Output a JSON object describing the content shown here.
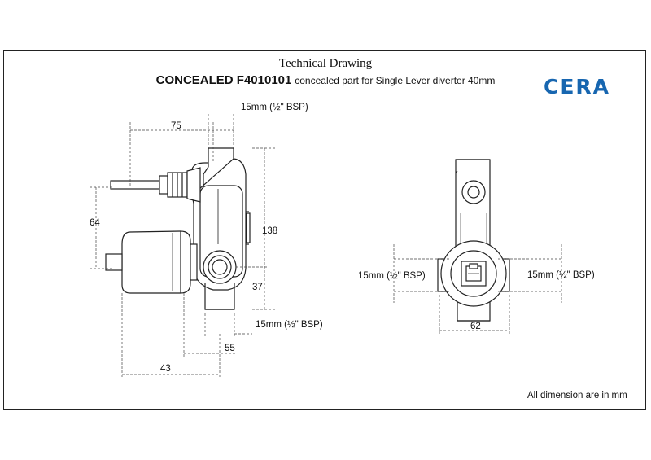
{
  "header": {
    "title": "Technical Drawing",
    "model": "CONCEALED F4010101",
    "description": "concealed part for Single Lever diverter 40mm"
  },
  "brand": {
    "logo_text": "CERA",
    "color": "#1766b0"
  },
  "side_view": {
    "dims": {
      "top_pipe": "15mm (½\" BSP)",
      "width_75": "75",
      "height_64": "64",
      "height_138": "138",
      "height_37": "37",
      "bottom_pipe": "15mm (½\" BSP)",
      "width_55": "55",
      "width_43": "43"
    }
  },
  "front_view": {
    "dims": {
      "left_pipe": "15mm (½\" BSP)",
      "right_pipe": "15mm (½\" BSP)",
      "width_62": "62"
    }
  },
  "footer": {
    "note": "All dimension are in mm"
  }
}
